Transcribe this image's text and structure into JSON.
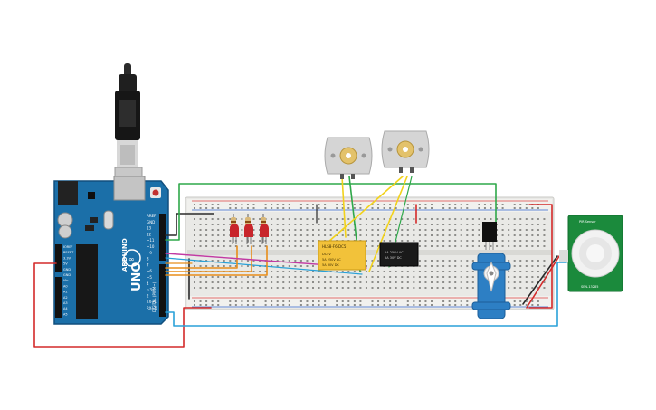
{
  "arduino": {
    "brand": "ARDUINO",
    "model": "UNO",
    "digital_label": "DIGITAL (PWM~)",
    "pin_labels_right": [
      "AREF",
      "GND",
      "13",
      "12",
      "~11",
      "~10",
      "~9",
      "8",
      "7",
      "~6",
      "~5",
      "4",
      "~3",
      "2",
      "TX→1",
      "RX←0"
    ],
    "pin_labels_left": [
      "IOREF",
      "RESET",
      "3.3V",
      "5V",
      "GND",
      "GND",
      "Vin",
      "A0",
      "A1",
      "A2",
      "A3",
      "A4",
      "A5"
    ]
  },
  "relay_yellow": {
    "lines": [
      "HLS8-F6-DC5",
      "DC5V",
      "5A 250V AC",
      "5A 30V DC"
    ]
  },
  "relay_black": {
    "lines": [
      "5A 250V AC",
      "5A 30V DC"
    ]
  },
  "pir_sensor": {
    "label_top": "PIR Sensor",
    "label_bottom": "SEN-13285"
  },
  "colors": {
    "board": "#1b6fa8",
    "breadboard": "#e9e9e6",
    "wire_red": "#d42a2a",
    "wire_green": "#2fa84a",
    "wire_black": "#2a2a2a",
    "wire_blue": "#2aa1d8",
    "wire_yellow": "#f2d21b",
    "wire_orange": "#e88e1a",
    "wire_magenta": "#c23aa3",
    "pir_board": "#1b8a3c",
    "servo": "#2d7fc4"
  }
}
